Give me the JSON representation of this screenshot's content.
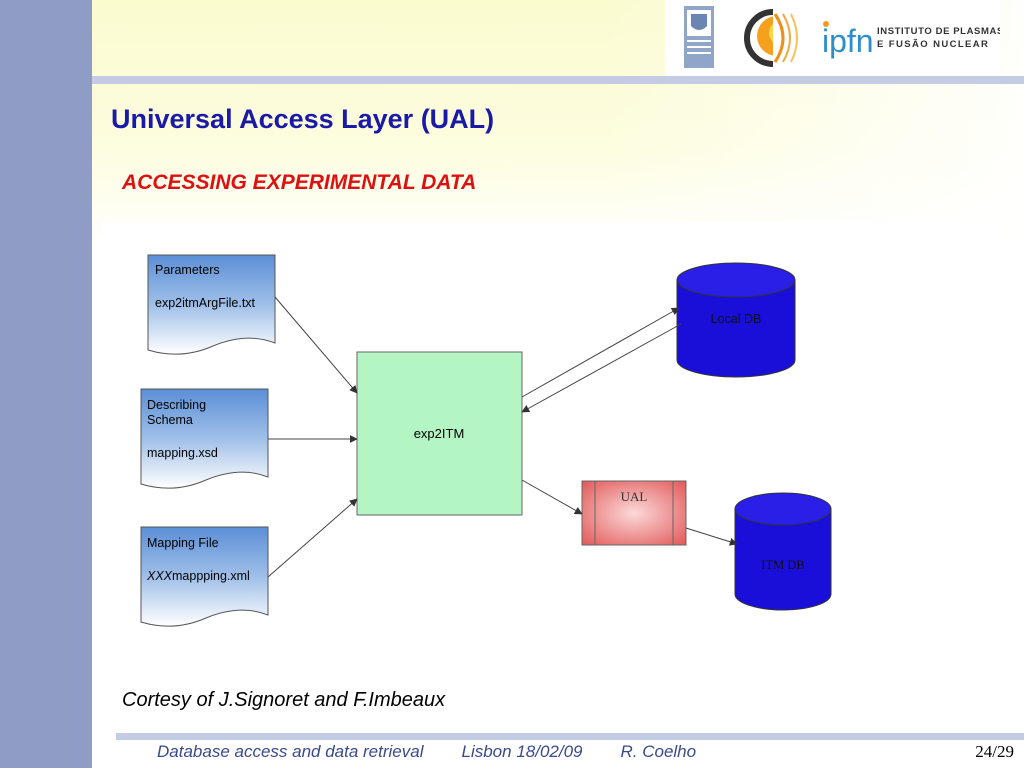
{
  "header": {
    "title": "Universal Access Layer (UAL)",
    "subtitle": "ACCESSING EXPERIMENTAL DATA",
    "logos": {
      "ipfn_mark": "ipfn",
      "ipfn_line1": "INSTITUTO DE PLASMAS",
      "ipfn_line2": "E FUSÃO NUCLEAR"
    }
  },
  "diagram": {
    "docs": [
      {
        "lines": [
          "Parameters",
          "",
          "exp2itmArgFile.txt"
        ]
      },
      {
        "lines": [
          "Describing",
          "Schema",
          "",
          "mapping.xsd"
        ]
      },
      {
        "lines": [
          "Mapping File",
          "",
          "XXXmappping.xml"
        ]
      }
    ],
    "doc3_prefix": "XXX",
    "doc3_rest": "mappping.xml",
    "process": "exp2ITM",
    "ual": "UAL",
    "local_db": "Local DB",
    "itm_db": "ITM DB",
    "colors": {
      "doc_fill": "#5b8fd6",
      "process_fill": "#b3f5c3",
      "ual_fill": "#e86060",
      "db_fill": "#1a0fd9"
    }
  },
  "credit": "Cortesy of J.Signoret and F.Imbeaux",
  "footer": {
    "topic": "Database access and data retrieval",
    "event": "Lisbon 18/02/09",
    "author": "R. Coelho",
    "page": "24/29"
  }
}
